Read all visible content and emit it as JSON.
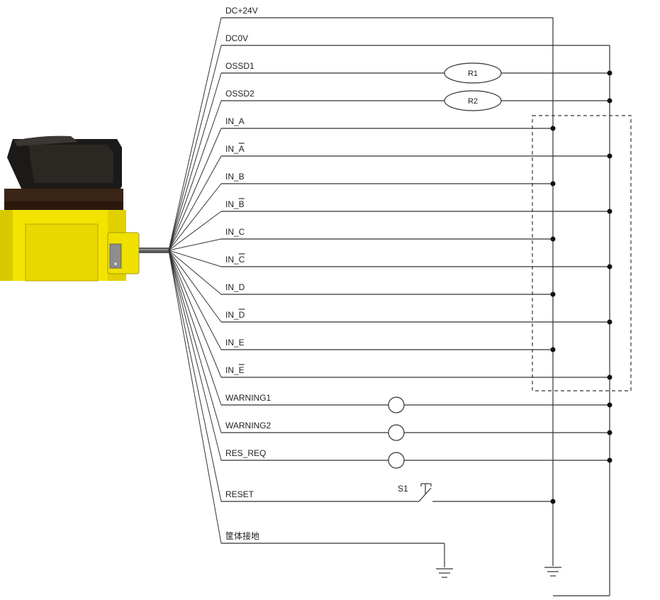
{
  "colors": {
    "sensor_yellow": "#f4e300",
    "sensor_black": "#1c1a18",
    "sensor_brown": "#3a2516",
    "wire": "#333333"
  },
  "signals": [
    {
      "label": "DC+24V",
      "bar": false
    },
    {
      "label": "DC0V",
      "bar": false
    },
    {
      "label": "OSSD1",
      "bar": false
    },
    {
      "label": "OSSD2",
      "bar": false
    },
    {
      "label": "IN_A",
      "bar": false
    },
    {
      "label": "IN_A",
      "bar": true
    },
    {
      "label": "IN_B",
      "bar": false
    },
    {
      "label": "IN_B",
      "bar": true
    },
    {
      "label": "IN_C",
      "bar": false
    },
    {
      "label": "IN_C",
      "bar": true
    },
    {
      "label": "IN_D",
      "bar": false
    },
    {
      "label": "IN_D",
      "bar": true
    },
    {
      "label": "IN_E",
      "bar": false
    },
    {
      "label": "IN_E",
      "bar": true
    },
    {
      "label": "WARNING1",
      "bar": false
    },
    {
      "label": "WARNING2",
      "bar": false
    },
    {
      "label": "RES_REQ",
      "bar": false
    },
    {
      "label": "RESET",
      "bar": false
    },
    {
      "label": "筐体接地",
      "bar": false
    }
  ],
  "components": {
    "r1": "R1",
    "r2": "R2",
    "s1": "S1"
  }
}
